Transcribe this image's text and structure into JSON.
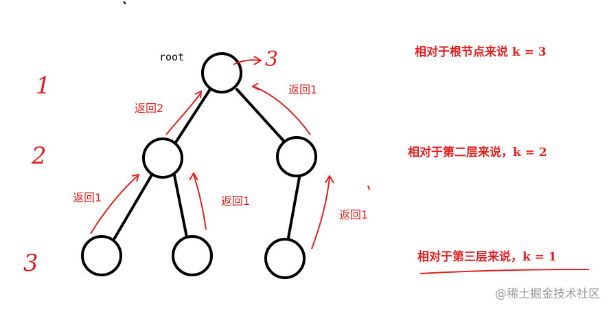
{
  "root_label": "root",
  "root_k": "3",
  "levels": [
    "1",
    "2",
    "3"
  ],
  "returns": {
    "root_left": "返回2",
    "root_right": "返回1",
    "left_leaf1": "返回1",
    "left_leaf2": "返回1",
    "right_leaf": "返回1"
  },
  "notes": {
    "root": "相对于根节点来说 k = 3",
    "level2": "相对于第二层来说，k = 2",
    "level3": "相对于第三层来说，k = 1"
  },
  "watermark": "@稀土掘金技术社区",
  "colors": {
    "annotation": "#e02020",
    "tree": "#000000",
    "watermark": "#9a9a9a"
  }
}
